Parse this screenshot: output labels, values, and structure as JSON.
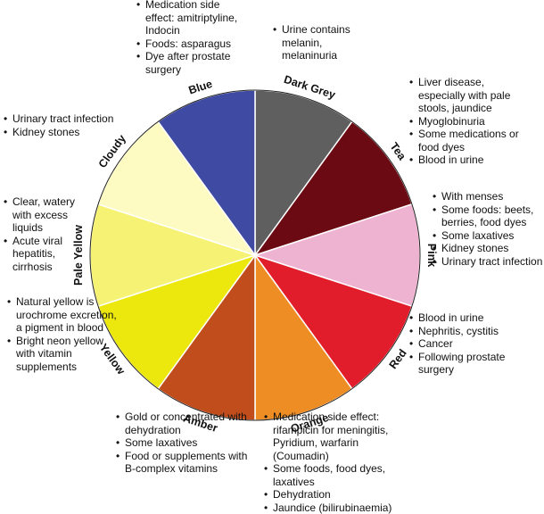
{
  "segments": [
    {
      "id": "dark-grey",
      "label": "Dark Grey",
      "color": "#5f5f5f"
    },
    {
      "id": "tea",
      "label": "Tea",
      "color": "#6b0a12"
    },
    {
      "id": "pink",
      "label": "Pink",
      "color": "#efb3d2"
    },
    {
      "id": "red",
      "label": "Red",
      "color": "#e11d2b"
    },
    {
      "id": "orange",
      "label": "Orange",
      "color": "#ee8d24"
    },
    {
      "id": "amber",
      "label": "Amber",
      "color": "#c24d1c"
    },
    {
      "id": "yellow",
      "label": "Yellow",
      "color": "#ece80e"
    },
    {
      "id": "pale-yellow",
      "label": "Pale Yellow",
      "color": "#f6f374"
    },
    {
      "id": "cloudy",
      "label": "Cloudy",
      "color": "#fdfbc1"
    },
    {
      "id": "blue",
      "label": "Blue",
      "color": "#3f4aa2"
    }
  ],
  "notes": {
    "blue": [
      "Medication side effect: amitriptyline, Indocin",
      "Foods: asparagus",
      "Dye after prostate surgery"
    ],
    "dark_grey": [
      "Urine contains melanin, melaninuria"
    ],
    "tea": [
      "Liver disease, especially with pale stools, jaundice",
      "Myoglobinuria",
      "Some medications or food dyes",
      "Blood in urine"
    ],
    "cloudy": [
      "Urinary tract infection",
      "Kidney stones"
    ],
    "pink": [
      "With menses",
      "Some foods: beets, berries, food dyes",
      "Some laxatives",
      "Kidney stones",
      "Urinary tract infection"
    ],
    "pale_yellow": [
      "Clear, watery with excess liquids",
      "Acute viral hepatitis, cirrhosis"
    ],
    "yellow": [
      "Natural yellow is urochrome excretion, a pigment in blood",
      "Bright neon yellow with vitamin supplements"
    ],
    "red": [
      "Blood in urine",
      "Nephritis, cystitis",
      "Cancer",
      "Following prostate surgery"
    ],
    "amber": [
      "Gold or concentrated with dehydration",
      "Some laxatives",
      "Food or supplements with B-complex vitamins"
    ],
    "orange": [
      "Medication side effect: rifampicin for meningitis, Pyridium, warfarin (Coumadin)",
      "Some foods, food dyes, laxatives",
      "Dehydration",
      "Jaundice (bilirubinaemia)"
    ]
  }
}
